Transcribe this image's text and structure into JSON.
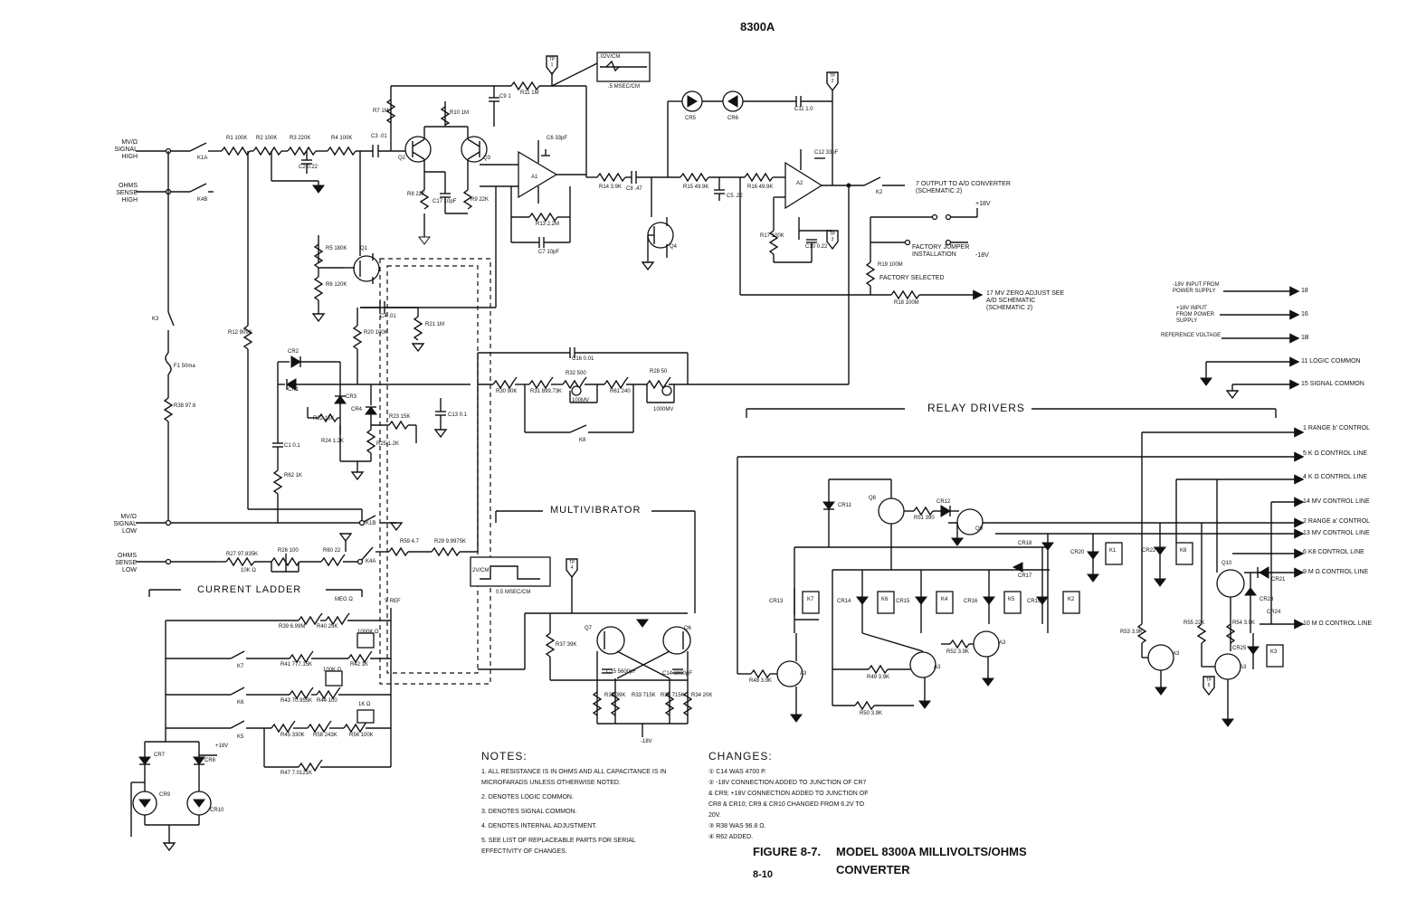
{
  "page": {
    "header_model": "8300A",
    "page_number": "8-10",
    "figure_number": "FIGURE 8-7.",
    "figure_title_line1": "MODEL 8300A MILLIVOLTS/OHMS",
    "figure_title_line2": "CONVERTER"
  },
  "sections": {
    "relay_drivers": "RELAY DRIVERS",
    "multivibrator": "MULTIVIBRATOR",
    "current_ladder": "CURRENT LADDER"
  },
  "inputs": {
    "mv_high": "MV/Ω SIGNAL HIGH",
    "ohms_sense_high": "OHMS SENSE HIGH",
    "mv_low": "MV/Ω SIGNAL LOW",
    "ohms_sense_low": "OHMS SENSE LOW"
  },
  "outputs": {
    "to_ad": "7  OUTPUT TO A/D CONVERTER (SCHEMATIC 2)",
    "mv_zero": "17  MV ZERO ADJUST SEE A/D SCHEMATIC (SCHEMATIC 2)",
    "factory_jumper": "FACTORY JUMPER INSTALLATION",
    "factory_selected": "FACTORY SELECTED",
    "plus18_a": "+18V",
    "minus18_a": "-18V"
  },
  "supply_lines": [
    {
      "label": "-18V INPUT FROM POWER SUPPLY",
      "pin": "18"
    },
    {
      "label": "+18V INPUT FROM POWER SUPPLY",
      "pin": "16"
    },
    {
      "label": "REFERENCE VOLTAGE",
      "pin": "1B"
    },
    {
      "label": "",
      "pin": "11  LOGIC COMMON"
    },
    {
      "label": "",
      "pin": "15  SIGNAL COMMON"
    }
  ],
  "control_lines": [
    "1  RANGE b' CONTROL",
    "5  K Ω CONTROL LINE",
    "4  K Ω CONTROL LINE",
    "14  MV CONTROL LINE",
    "2  RANGE a' CONTROL",
    "13  MV CONTROL LINE",
    "6  K8 CONTROL LINE",
    "9  M Ω CONTROL LINE",
    "10  M Ω CONTROL LINE"
  ],
  "components": {
    "R1": "R1 100K",
    "R2": "R2 100K",
    "R3": "R3 220K",
    "R4": "R4 100K",
    "C3": "C3 .01",
    "C2": "C2 0.22",
    "R7": "R7 1M",
    "R10": "R10 1M",
    "C9": "C9 1",
    "R11": "R11 1M",
    "Q2": "Q2",
    "Q3": "Q3",
    "C6": "C6 33pF",
    "A1": "A1",
    "R8": "R8 22K",
    "C17": "C17 10pF",
    "R9": "R9 22K",
    "R13": "R13 2.2M",
    "C7": "C7 10pF",
    "R14": "R14 3.9K",
    "C8": "C8 .47",
    "R15": "R15 49.9K",
    "C5": "C5 .22",
    "R16": "R16 49.9K",
    "A2": "A2",
    "C12": "C12 33pF",
    "C11": "C11 1.0",
    "CR5": "CR5",
    "CR6": "CR6",
    "Q4": "Q4",
    "R17": "R17 100K",
    "C10": "C10 0.22",
    "R19": "R19 100M",
    "R18": "R18 100M",
    "K2": "K2",
    "K1A": "K1A",
    "K4B": "K4B",
    "K3": "K3",
    "F1": "F1 50ma",
    "R38": "R38 97.6",
    "R5": "R5 180K",
    "R6": "R6 120K",
    "Q1": "Q1",
    "C4": "C4 .01",
    "R21": "R21 1M",
    "R20": "R20 100K",
    "R12": "R12 909K",
    "CR2": "CR2",
    "CR1": "CR1",
    "CR3": "CR3",
    "CR4": "CR4",
    "R22": "R22 15K",
    "R24": "R24 1.2K",
    "R23": "R23 15K",
    "R25": "R25 1.2K",
    "C13": "C13 0.1",
    "C1": "C1 0.1",
    "R62": "R62 1K",
    "C16": "C16 0.01",
    "R30": "R30 90K",
    "R31": "R31 899.73K",
    "R32": "R32 500",
    "R61": "R61 240",
    "R28": "R28 50",
    "K8": "K8",
    "mv100": "100MV",
    "mv1000": "1000MV",
    "K1B": "K1B",
    "K4A": "K4A",
    "R59": "R59 4.7",
    "R29": "R29 9.9975K",
    "R27": "R27 97.835K",
    "R26": "R26 100",
    "R60": "R60 22",
    "r10k": "10K Ω",
    "R39": "R39 6.99M",
    "R40": "R40 25K",
    "megohm": "MEG Ω",
    "R41": "R41 777.15K",
    "R42": "R42 1K",
    "k1000": "1000K Ω",
    "vref": "V REF",
    "R43": "R43 70.955K",
    "R44": "R44 100",
    "k100": "100K Ω",
    "R45": "R45 330K",
    "R58": "R58 243K",
    "R56": "R56 100K",
    "k1": "1K Ω",
    "R47": "R47 7.0121K",
    "K7": "K7",
    "K6": "K6",
    "K5": "K5",
    "CR7": "CR7",
    "CR8": "CR8",
    "CR9": "CR9",
    "CR10": "CR10",
    "Q7": "Q7",
    "Q6": "Q6",
    "R37": "R37 39K",
    "C15": "C15 5600pF",
    "C14": "C14 3900pF",
    "R35": "R35 39K",
    "R33": "R33 715K",
    "R36": "R36 715K",
    "R34": "R34 20K",
    "minus18": "-18V",
    "plus18": "+18V",
    "CR11": "CR11",
    "Q8": "Q8",
    "R51": "R51 390",
    "CR12": "CR12",
    "Q9": "Q9",
    "CR18": "CR18",
    "CR20": "CR20",
    "K1": "K1",
    "CR22": "CR22",
    "K8b": "K8",
    "Q10": "Q10",
    "CR21": "CR21",
    "CR17": "CR17",
    "CR13": "CR13",
    "K7b": "K7",
    "CR14": "CR14",
    "K6b": "K6",
    "CR15": "CR15",
    "K4": "K4",
    "CR16": "CR16",
    "K5b": "K5",
    "CR19": "CR19",
    "K2b": "K2",
    "CR23": "CR23",
    "CR24": "CR24",
    "R48": "R48 3.9K",
    "A3a": "A3",
    "R49": "R49 3.9K",
    "R50": "R50 3.9K",
    "A3b": "A3",
    "R52": "R52 3.9K",
    "A3c": "A3",
    "R53": "R53 3.9K",
    "A3d": "A3",
    "R55": "R55 22K",
    "R54": "R54 3.9K",
    "CR25": "CR25",
    "K3b": "K3",
    "A3e": "A3"
  },
  "test_points": {
    "tp1": "TP 1",
    "tp2": "TP 2",
    "tp3": "TP 3",
    "tp4": "TP 4",
    "tp5": "TP 5"
  },
  "scope": {
    "tp1_vert": ".02V/CM",
    "tp1_horiz": ".5 MSEC/CM",
    "tp4_vert": "2V/CM",
    "tp4_horiz": "0.5 MSEC/CM"
  },
  "notes": {
    "title": "NOTES:",
    "items": [
      "1.  ALL RESISTANCE IS IN OHMS AND ALL CAPACITANCE IS IN MICROFARADS UNLESS OTHERWISE NOTED.",
      "2.      DENOTES LOGIC COMMON.",
      "3.      DENOTES SIGNAL COMMON.",
      "4.      DENOTES INTERNAL ADJUSTMENT.",
      "5.  SEE LIST OF REPLACEABLE PARTS FOR SERIAL EFFECTIVITY OF CHANGES."
    ]
  },
  "changes": {
    "title": "CHANGES:",
    "items": [
      "C14 WAS 4700 P.",
      "-18V CONNECTION ADDED TO JUNCTION OF CR7 & CR9; +18V CONNECTION ADDED TO JUNCTION OF CR8 & CR10; CR9 & CR10 CHANGED FROM 6.2V TO 20V.",
      "R38 WAS 96.8 Ω.",
      "R62 ADDED."
    ]
  }
}
